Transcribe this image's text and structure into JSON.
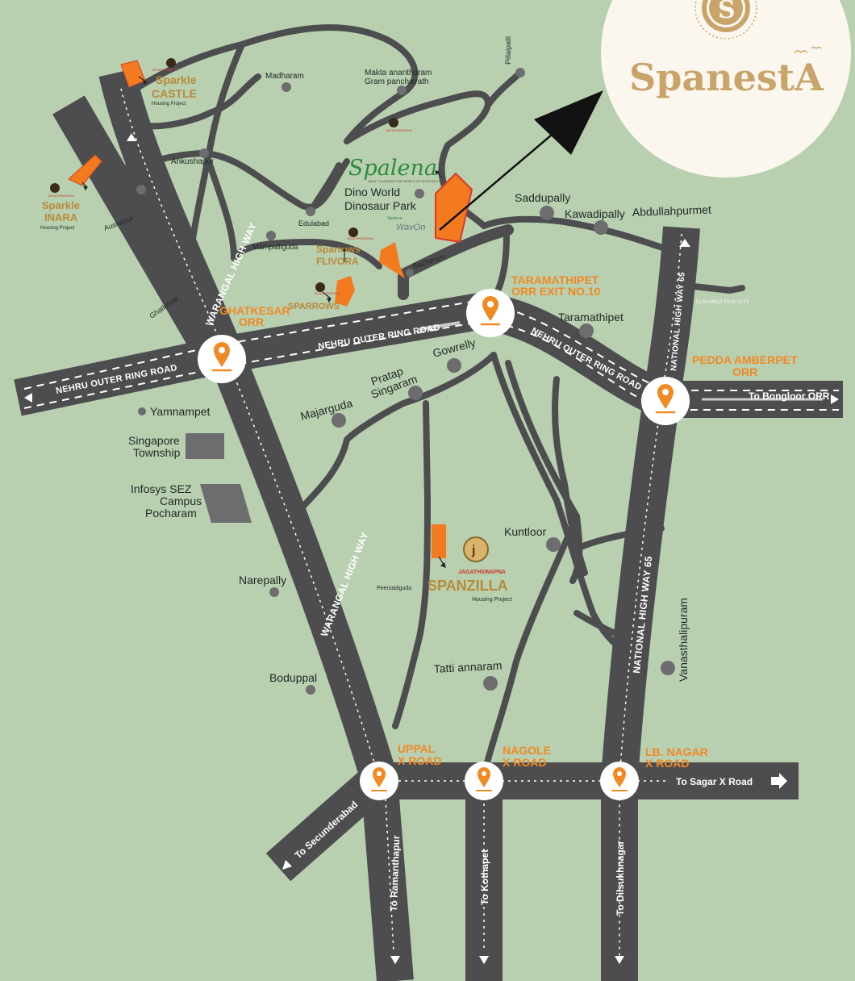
{
  "brand": {
    "name": "SpanestA",
    "logo_letter": "S"
  },
  "junctions": [
    {
      "id": "ghatkesar",
      "lines": [
        "GHATKESAR",
        "ORR"
      ]
    },
    {
      "id": "taramathipet",
      "lines": [
        "TARAMATHIPET",
        "ORR EXIT NO.10"
      ]
    },
    {
      "id": "pedda",
      "lines": [
        "PEDDA AMBERPET",
        "ORR"
      ]
    },
    {
      "id": "uppal",
      "lines": [
        "UPPAL",
        "X ROAD"
      ]
    },
    {
      "id": "nagole",
      "lines": [
        "NAGOLE",
        "X ROAD"
      ]
    },
    {
      "id": "lbnagar",
      "lines": [
        "LB. NAGAR",
        "X ROAD"
      ]
    }
  ],
  "roads": {
    "orr_left": "NEHRU OUTER RING ROAD",
    "orr_center": "NEHRU OUTER RING ROAD",
    "orr_right": "NEHRU OUTER RING ROAD",
    "warangal_north": "WARANGAL HIGH WAY",
    "warangal_south": "WARANGAL HIGH WAY",
    "nh65_north": "NATIONAL HIGH WAY 65",
    "nh65_south": "NATIONAL HIGH WAY 65",
    "ramoji": "To RAMOJI FILM CITY"
  },
  "directions": {
    "bongloor": "To Bongloor ORR",
    "sagar": "To Sagar X Road",
    "secunderabad": "To Secunderabad",
    "ramanthapur": "To Ramanthapur",
    "kothapet": "To Kothapet",
    "dilsukhnagar": "To Dilsukhnagar"
  },
  "villages": {
    "madharam": "Madharam",
    "makta1": "Makta anantharam",
    "makta2": "Gram panchayath",
    "pillaipalli": "Pillaipalli",
    "ankushapur": "Ankushapur",
    "aushapur": "Aushapur",
    "edulabad": "Edulabad",
    "marripalliguda": "Marripalliguda",
    "dino1": "Dino World",
    "dino2": "Dinosaur Park",
    "saddupally": "Saddupally",
    "kawadipally": "Kawadipally",
    "abdullahpurmet": "Abdullahpurmet",
    "bacharam": "Bacharam",
    "ghatkesar": "Ghatkesar",
    "taramathipet": "Taramathipet",
    "gowrelly": "Gowrelly",
    "pratap1": "Pratap",
    "pratap2": "Singaram",
    "majarguda": "Majarguda",
    "yamnampet": "Yamnampet",
    "singapore1": "Singapore",
    "singapore2": "Township",
    "infosys1": "Infosys SEZ",
    "infosys2": "Campus",
    "infosys3": "Pocharam",
    "kuntloor": "Kuntloor",
    "narepally": "Narepally",
    "peerzadiguda": "Peerzadiguda",
    "vanasthalipuram": "Vanasthalipuram",
    "tatti": "Tatti annaram",
    "boduppal": "Boduppal"
  },
  "projects": {
    "castle": {
      "lines": [
        "Sparkle",
        "CASTLE"
      ],
      "sub": "Housing Project",
      "brand": "JAGATHSWAPNA"
    },
    "inara": {
      "lines": [
        "Sparkle",
        "INARA"
      ],
      "sub": "Housing Project",
      "brand": "JAGATHSWAPNA"
    },
    "spalena": {
      "name": "Spalena",
      "tag": "WAVE TOUCHING THE WORLD OF HOSPITALITY",
      "brand": "JAGATHSWAPNA"
    },
    "flivora": {
      "lines": [
        "Sparrows",
        "FLIVORA"
      ],
      "brand": "JAGATHSWAPNA"
    },
    "sparrows": {
      "name": "SPARROWS",
      "brand": "JAGATHSWAPNA"
    },
    "waveon": {
      "name": "WavOn",
      "sub": "Spalena"
    },
    "spanzilla": {
      "name": "SPANZILLA",
      "sub": "Housing Project",
      "brand": "JAGATHSWAPNA"
    }
  },
  "colors": {
    "background": "#b8cfb0",
    "road": "#4d4d4f",
    "junction": "#f08a24",
    "gold": "#b98a3a",
    "spalena_green": "#2e8a3c"
  }
}
